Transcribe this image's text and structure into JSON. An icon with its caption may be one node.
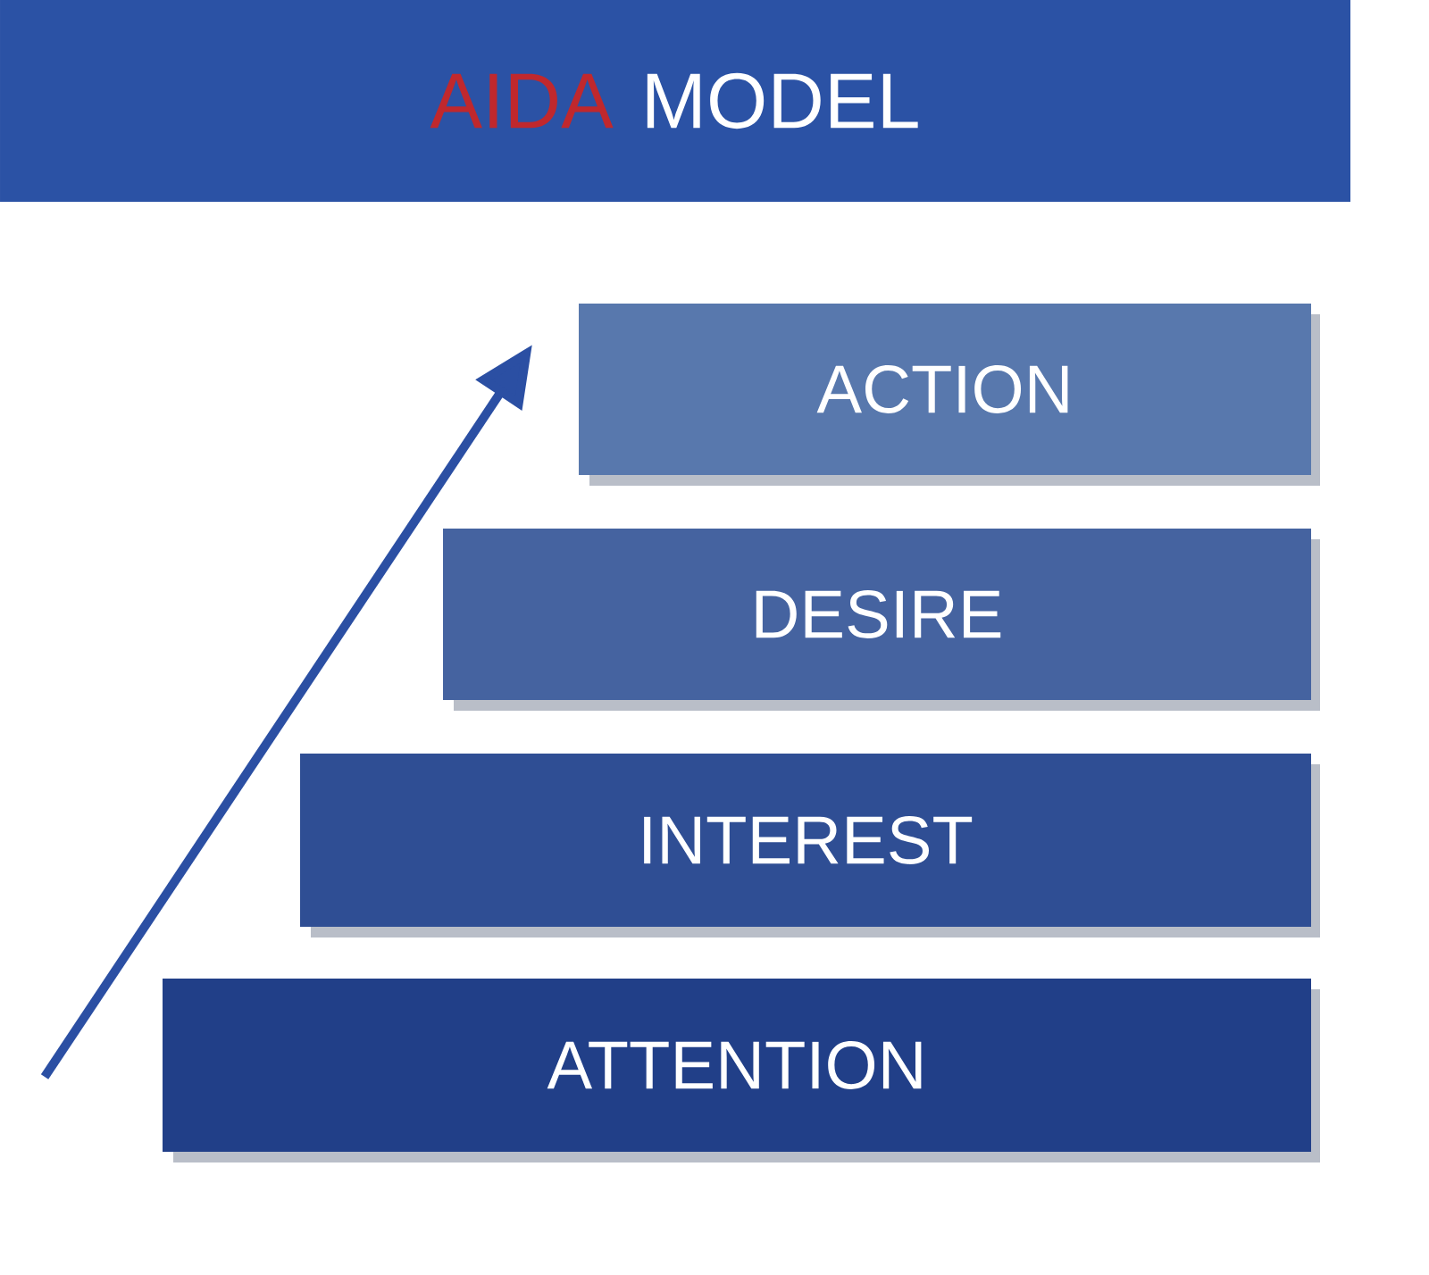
{
  "diagram": {
    "nodes": [
      {
        "text": [
          "AIDA",
          "MODEL"
        ]
      },
      {
        "text": [
          "ACTION"
        ]
      },
      {
        "text": [
          "DESIRE"
        ]
      },
      {
        "text": [
          "INTEREST"
        ]
      },
      {
        "text": [
          "ATTENTION"
        ]
      }
    ]
  }
}
